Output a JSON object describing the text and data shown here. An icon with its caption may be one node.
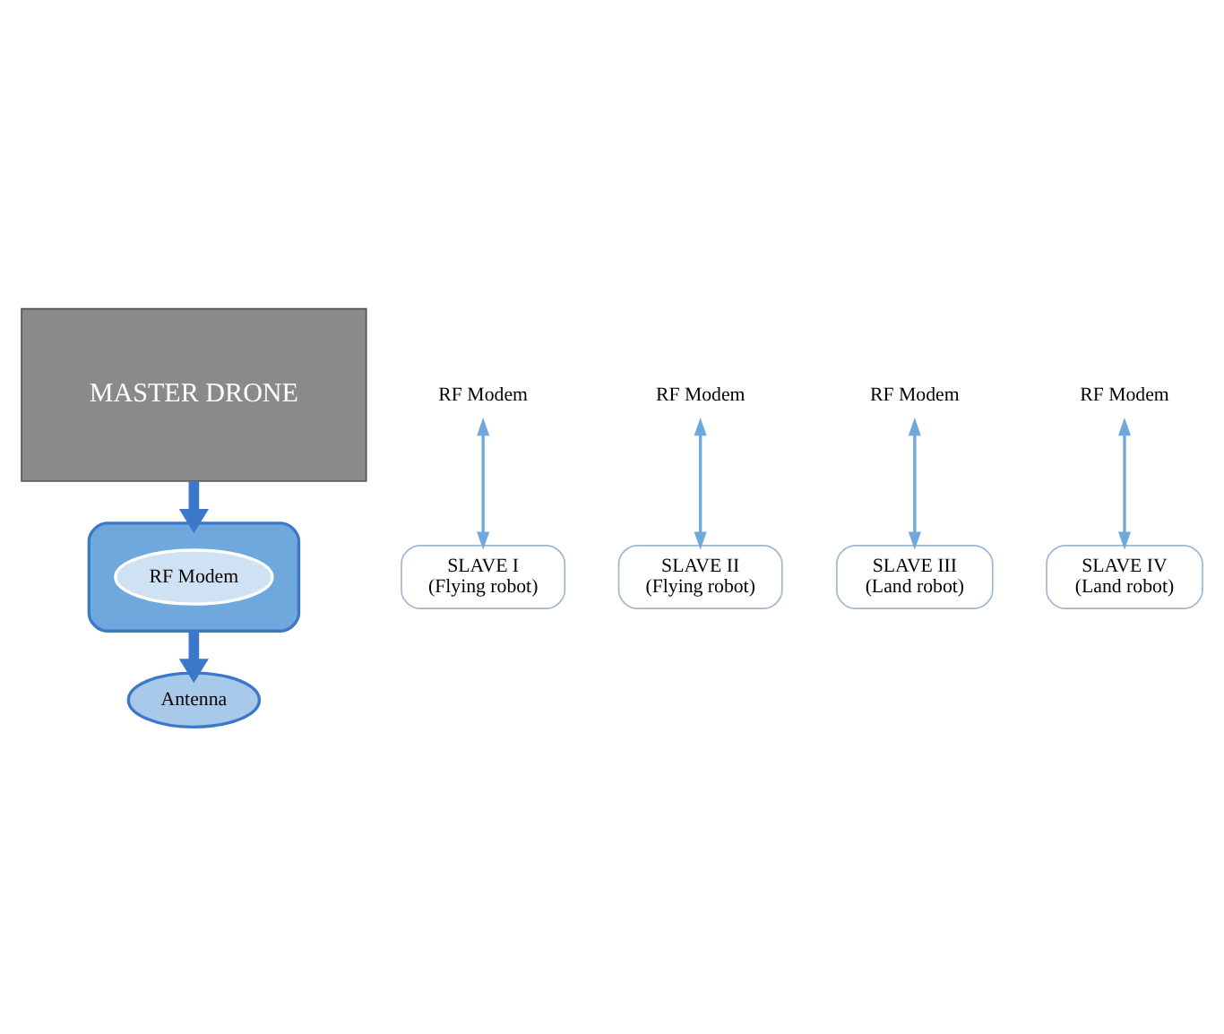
{
  "diagram": {
    "nodes": [
      {
        "text": [
          "MASTER DRONE"
        ]
      },
      {
        "text": [],
        "shape": "box"
      },
      {
        "text": [
          "RF Modem"
        ],
        "in": 1
      },
      {
        "text": [
          "Antenna"
        ]
      },
      {
        "text": [
          "RF Modem"
        ]
      },
      {
        "text": [
          "RF Modem"
        ]
      },
      {
        "text": [
          "RF Modem"
        ]
      },
      {
        "text": [
          "RF Modem"
        ]
      },
      {
        "text": [
          "SLAVE I",
          "(Flying robot)"
        ]
      },
      {
        "text": [
          "SLAVE II",
          "(Flying robot)"
        ]
      },
      {
        "text": [
          "SLAVE III",
          "(Land robot)"
        ]
      },
      {
        "text": [
          "SLAVE IV",
          "(Land robot)"
        ]
      }
    ],
    "edges": [
      {
        "from": 0,
        "to": 1,
        "arrow": "to",
        "style": "thick",
        "color": "#3b78c9"
      },
      {
        "from": 1,
        "to": 3,
        "arrow": "to",
        "style": "thick",
        "color": "#3b78c9"
      },
      {
        "from": 4,
        "to": 8,
        "arrow": "both"
      },
      {
        "from": 5,
        "to": 9,
        "arrow": "both"
      },
      {
        "from": 6,
        "to": 10,
        "arrow": "both"
      },
      {
        "from": 7,
        "to": 11,
        "arrow": "both"
      }
    ]
  }
}
